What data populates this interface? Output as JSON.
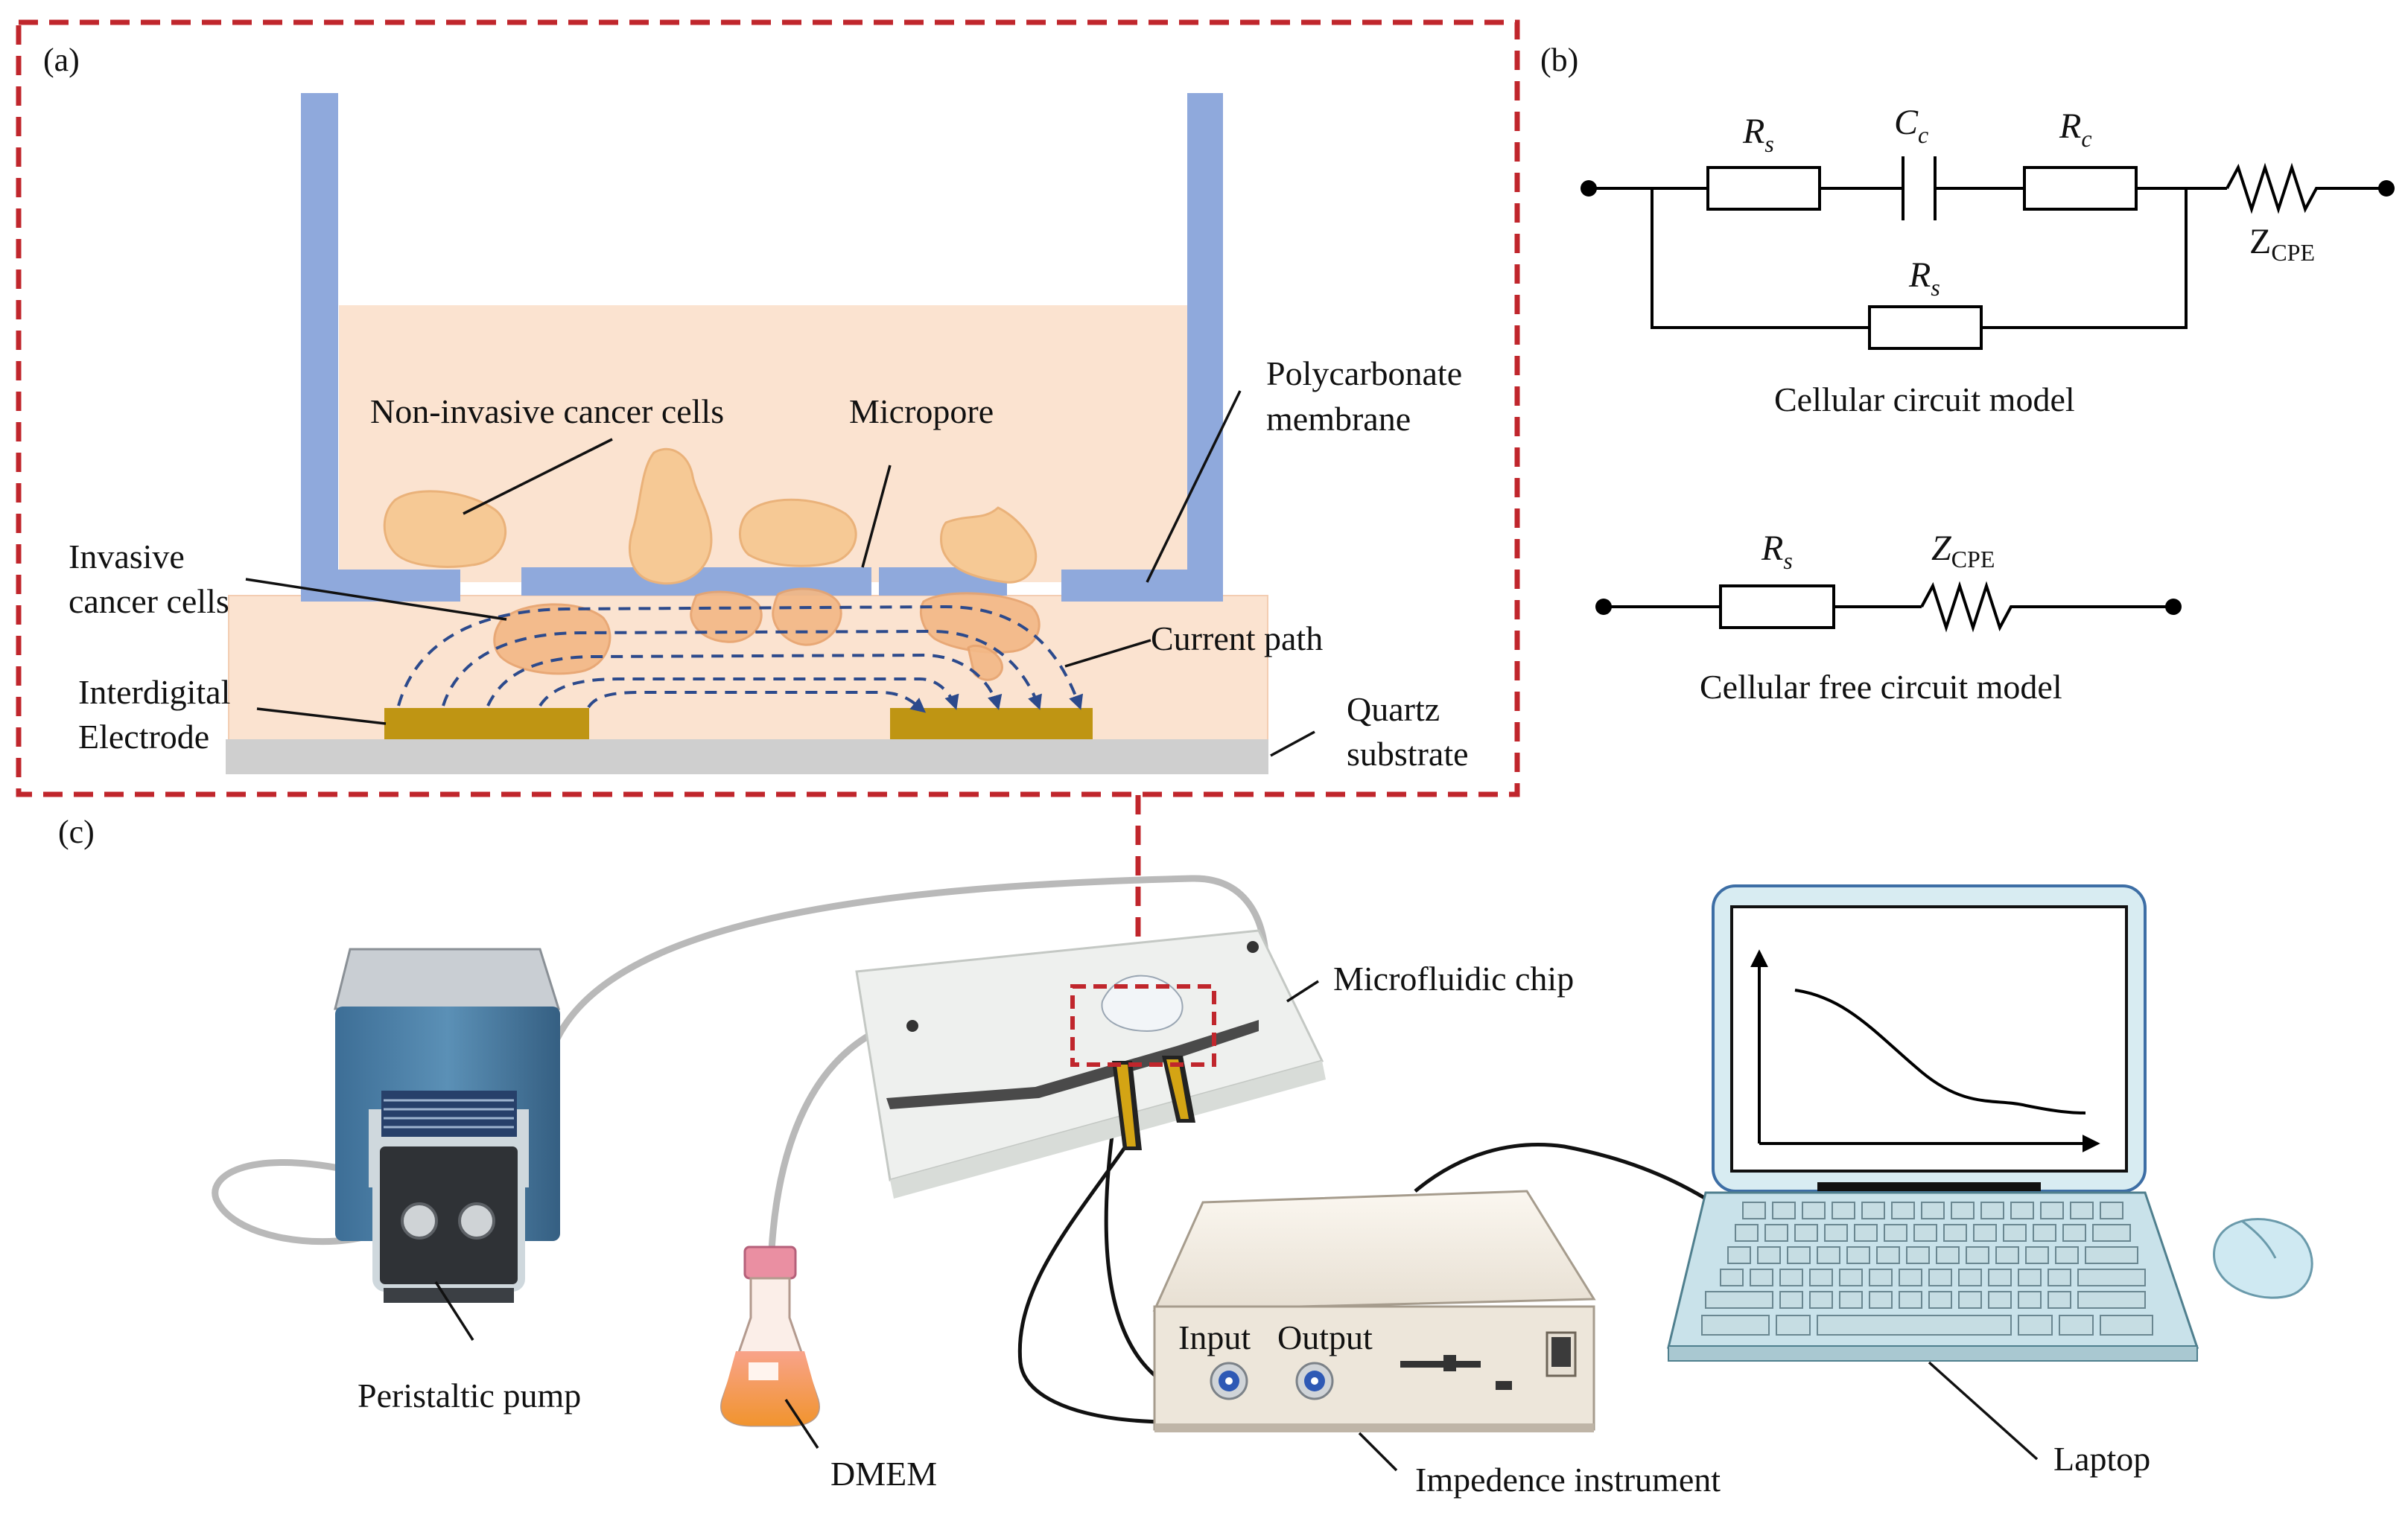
{
  "panels": {
    "a": "(a)",
    "b": "(b)",
    "c": "(c)"
  },
  "panel_a": {
    "non_invasive_cells": "Non-invasive cancer cells",
    "micropore": "Micropore",
    "polycarbonate_line1": "Polycarbonate",
    "polycarbonate_line2": "membrane",
    "invasive_line1": "Invasive",
    "invasive_line2": "cancer cells",
    "current_path": "Current path",
    "electrode_line1": "Interdigital",
    "electrode_line2": "Electrode",
    "quartz_line1": "Quartz",
    "quartz_line2": "substrate"
  },
  "panel_b": {
    "cellular": {
      "rs_top": {
        "main": "R",
        "sub": "s"
      },
      "cc": {
        "main": "C",
        "sub": "c"
      },
      "rc": {
        "main": "R",
        "sub": "c"
      },
      "zcpe": {
        "main": "Z",
        "sub": "CPE"
      },
      "rs_bottom": {
        "main": "R",
        "sub": "s"
      },
      "caption": "Cellular circuit model"
    },
    "free": {
      "rs": {
        "main": "R",
        "sub": "s"
      },
      "zcpe": {
        "main": "Z",
        "sub": "CPE"
      },
      "caption": "Cellular free circuit model"
    }
  },
  "panel_c": {
    "microfluidic_chip": "Microfluidic chip",
    "peristaltic_pump": "Peristaltic pump",
    "dmem": "DMEM",
    "input": "Input",
    "output": "Output",
    "impedance_instrument": "Impedence instrument",
    "laptop": "Laptop"
  },
  "colors": {
    "dashed_frame": "#c0262c",
    "chamber_wall": "#8fa9dc",
    "medium": "#fbe3d0",
    "electrode": "#bf9513",
    "substrate": "#cfcfcf",
    "current_path": "#2c4a8c",
    "cell": "#f6c995"
  }
}
